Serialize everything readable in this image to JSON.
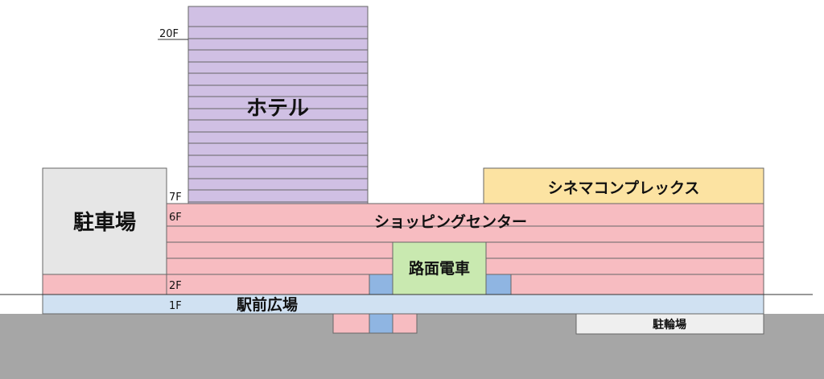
{
  "labels": {
    "hotel": "ホテル",
    "parking": "駐車場",
    "cinema": "シネマコンプレックス",
    "shopping": "ショッピングセンター",
    "tram": "路面電車",
    "plaza": "駅前広場",
    "bicycle_parking": "駐輪場"
  },
  "floors": {
    "f20": "20F",
    "f7": "7F",
    "f6": "6F",
    "f2": "2F",
    "f1": "1F"
  },
  "colors": {
    "hotel": "#d0c0e4",
    "parking": "#e6e6e6",
    "cinema": "#fce3a2",
    "shopping": "#f7bcc1",
    "tram": "#c9e9b0",
    "plaza": "#d0e1f2",
    "blue_block": "#8fb5e2",
    "ground": "#a6a6a6",
    "bicycle_parking": "#efefef"
  }
}
